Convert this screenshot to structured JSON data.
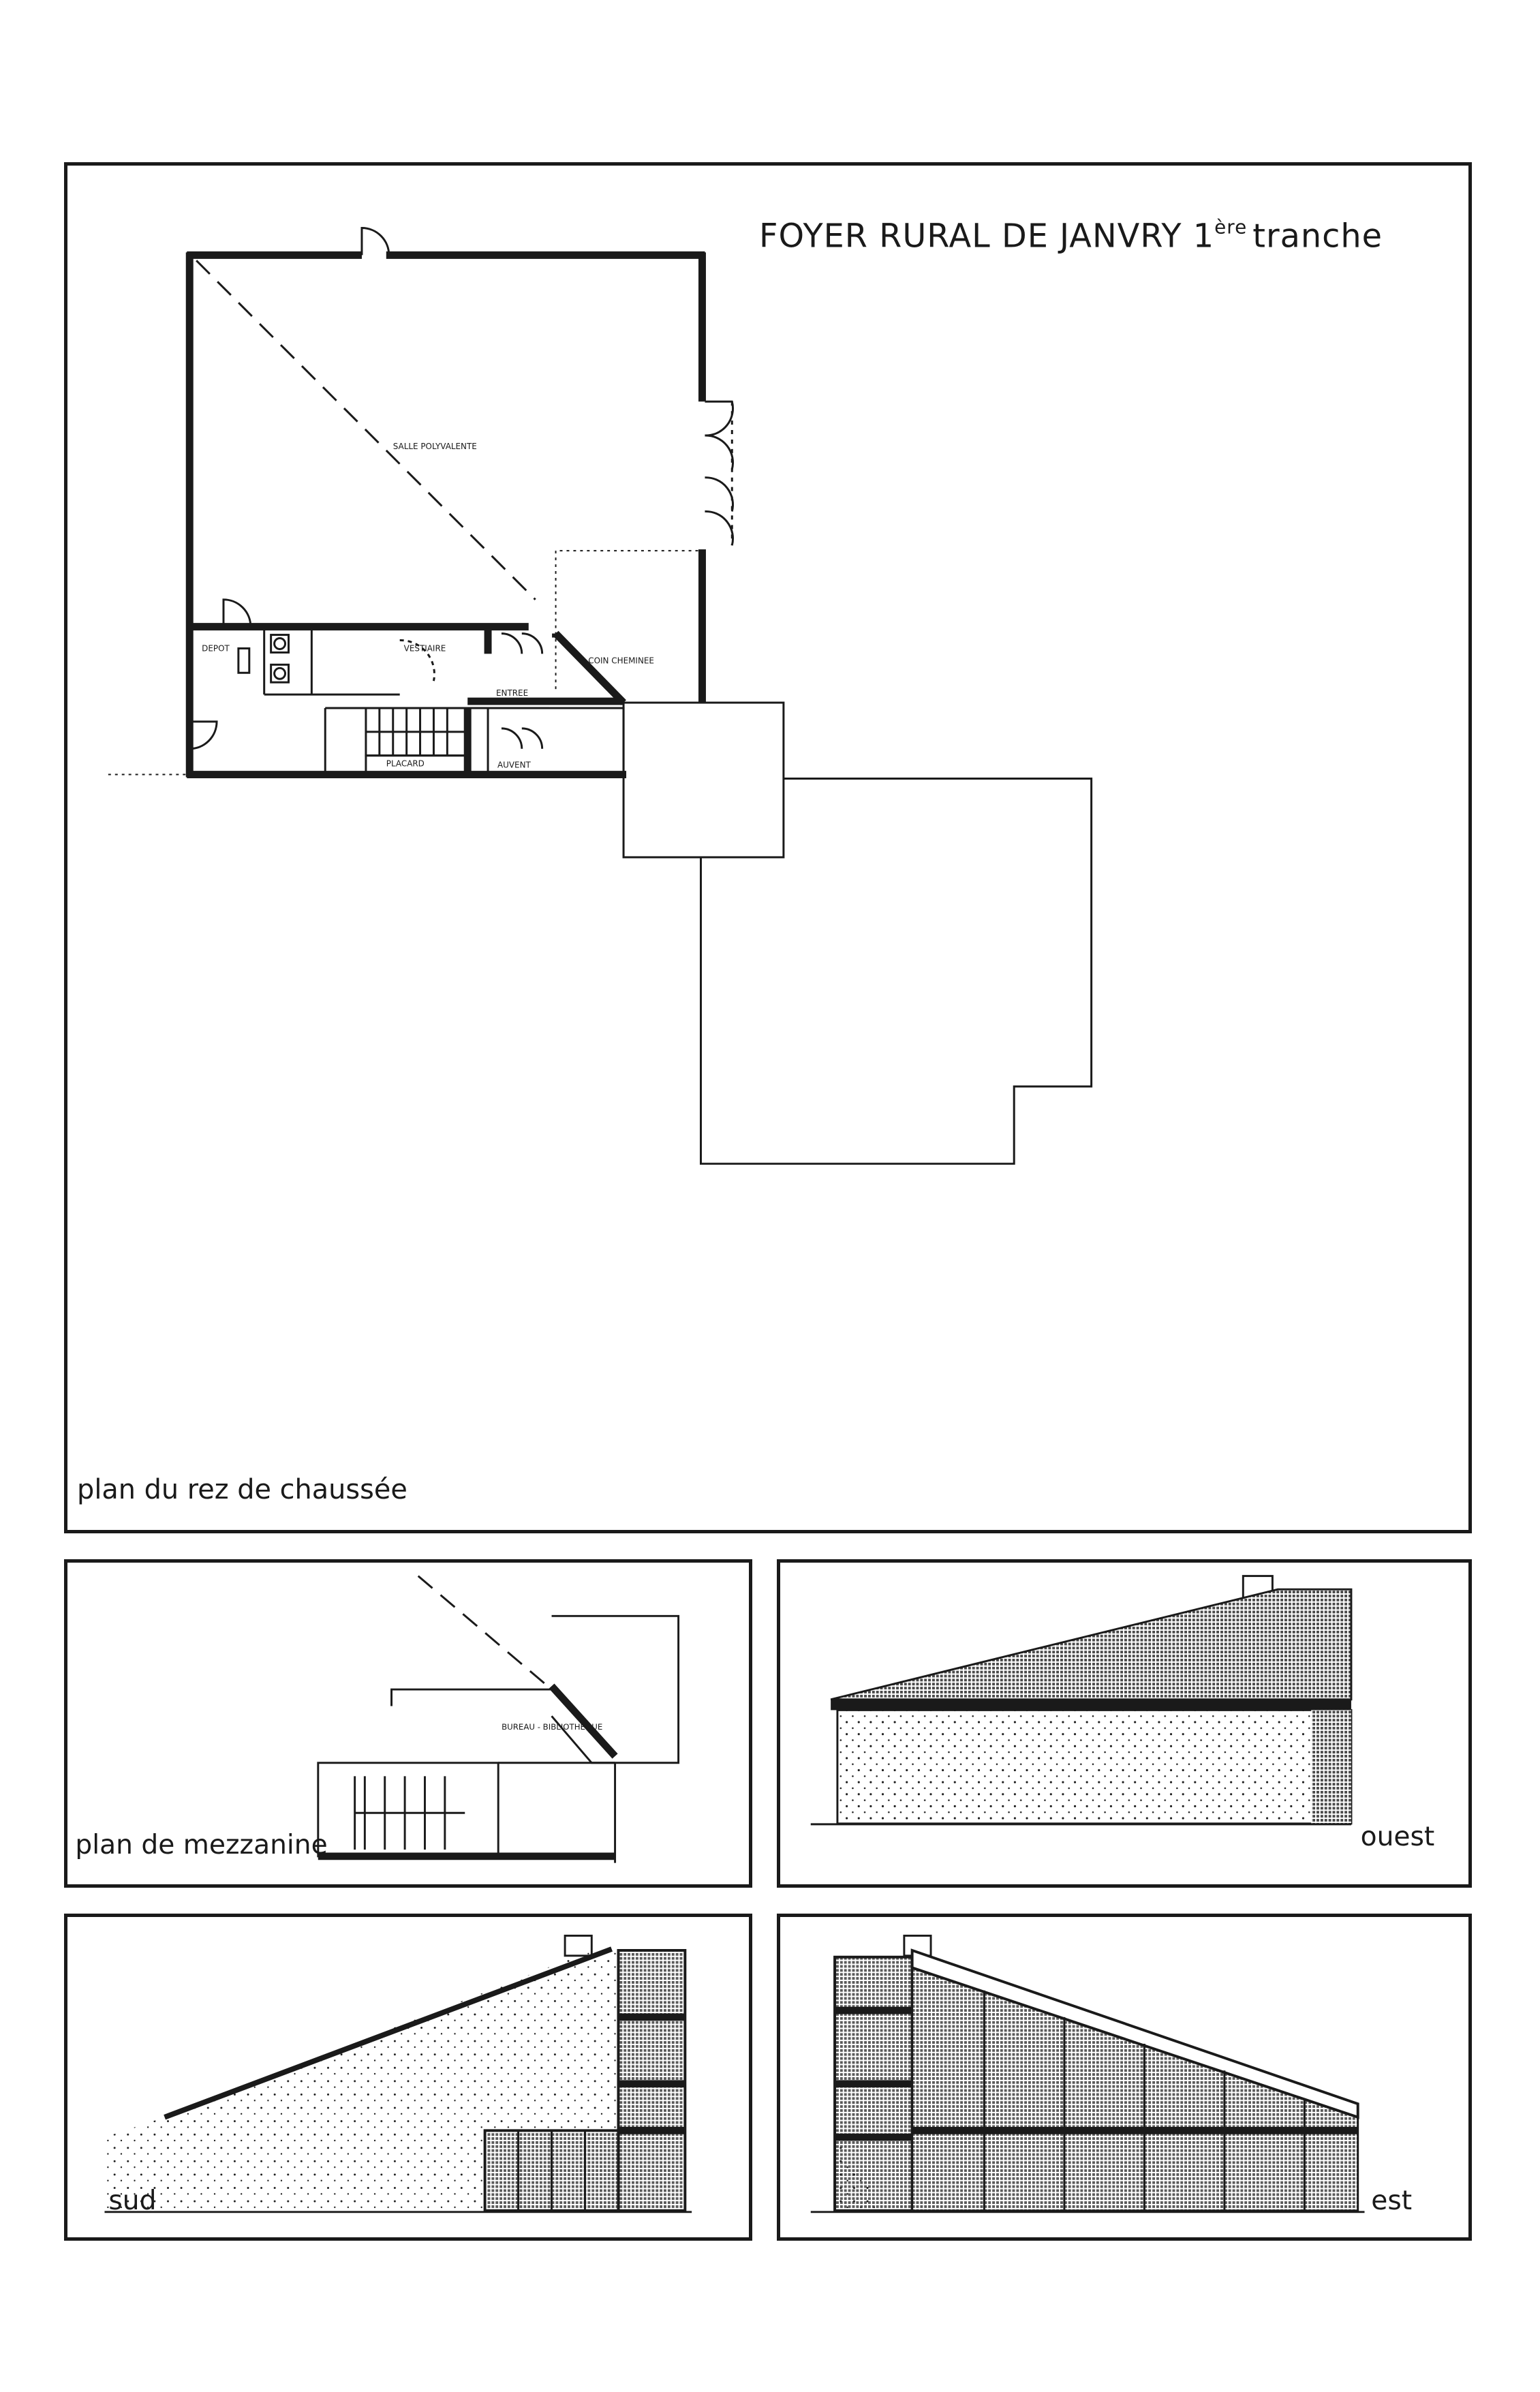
{
  "title": {
    "main": "FOYER RURAL DE JANVRY 1",
    "superscript": "ère",
    "suffix": "tranche"
  },
  "panels": {
    "ground_floor": {
      "label": "plan du rez de chaussée",
      "rooms": {
        "salle": "SALLE POLYVALENTE",
        "depot": "DEPOT",
        "vestiaire": "VESTIAIRE",
        "coin_cheminee": "COIN CHEMINEE",
        "entree": "ENTREE",
        "placard": "PLACARD",
        "auvent": "AUVENT"
      }
    },
    "mezzanine": {
      "label": "plan de mezzanine",
      "rooms": {
        "bureau": "BUREAU - BIBLIOTHEQUE"
      }
    },
    "ouest": {
      "label": "ouest"
    },
    "sud": {
      "label": "sud"
    },
    "est": {
      "label": "est"
    }
  },
  "colors": {
    "ink": "#1a1a1a",
    "paper": "#ffffff",
    "roof": "#4a4a4a",
    "glass": "#5a5a5a"
  }
}
